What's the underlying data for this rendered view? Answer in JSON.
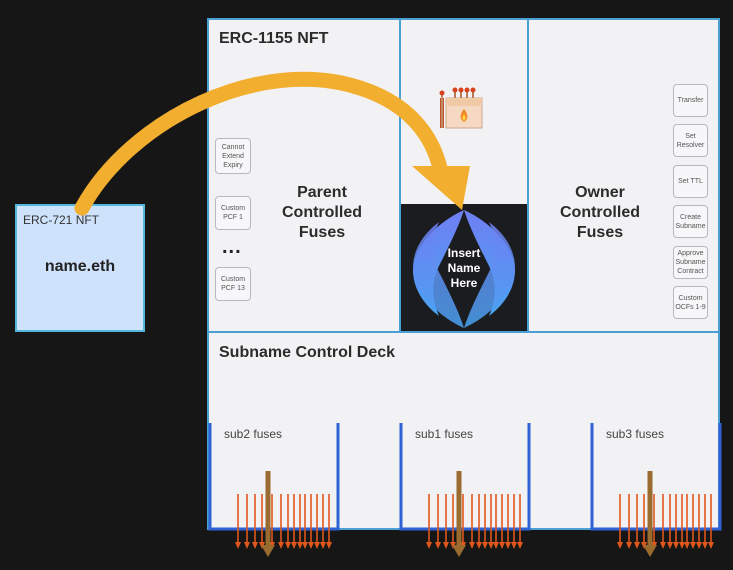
{
  "erc1155": {
    "title": "ERC-1155 NFT"
  },
  "erc721": {
    "label": "ERC-721 NFT",
    "name": "name.eth"
  },
  "parent": {
    "title_lines": [
      "Parent",
      "Controlled",
      "Fuses"
    ],
    "fuses": [
      "Cannot Extend Expiry",
      "Custom PCF 1",
      "Custom PCF 13"
    ],
    "ellipsis": "..."
  },
  "owner": {
    "title_lines": [
      "Owner",
      "Controlled",
      "Fuses"
    ],
    "fuses": [
      "Transfer",
      "Set Resolver",
      "Set TTL",
      "Create Subname",
      "Approve Subname Contract",
      "Custom OCFs 1-9"
    ]
  },
  "ens_tile": {
    "lines": [
      "Insert",
      "Name",
      "Here"
    ]
  },
  "deck": {
    "title": "Subname Control Deck",
    "subnames": [
      "sub2 fuses",
      "sub1 fuses",
      "sub3 fuses"
    ]
  },
  "colors": {
    "border": "#4a9fd4",
    "arrow": "#f2ae2e",
    "bucket": "#2f62d6",
    "fuse_arrow": "#e0571d",
    "main_arrow": "#9a6b2f"
  },
  "icons": [
    "matchbox-icon",
    "ens-logo-icon",
    "curved-arrow-icon",
    "fuse-arrows-icon"
  ]
}
